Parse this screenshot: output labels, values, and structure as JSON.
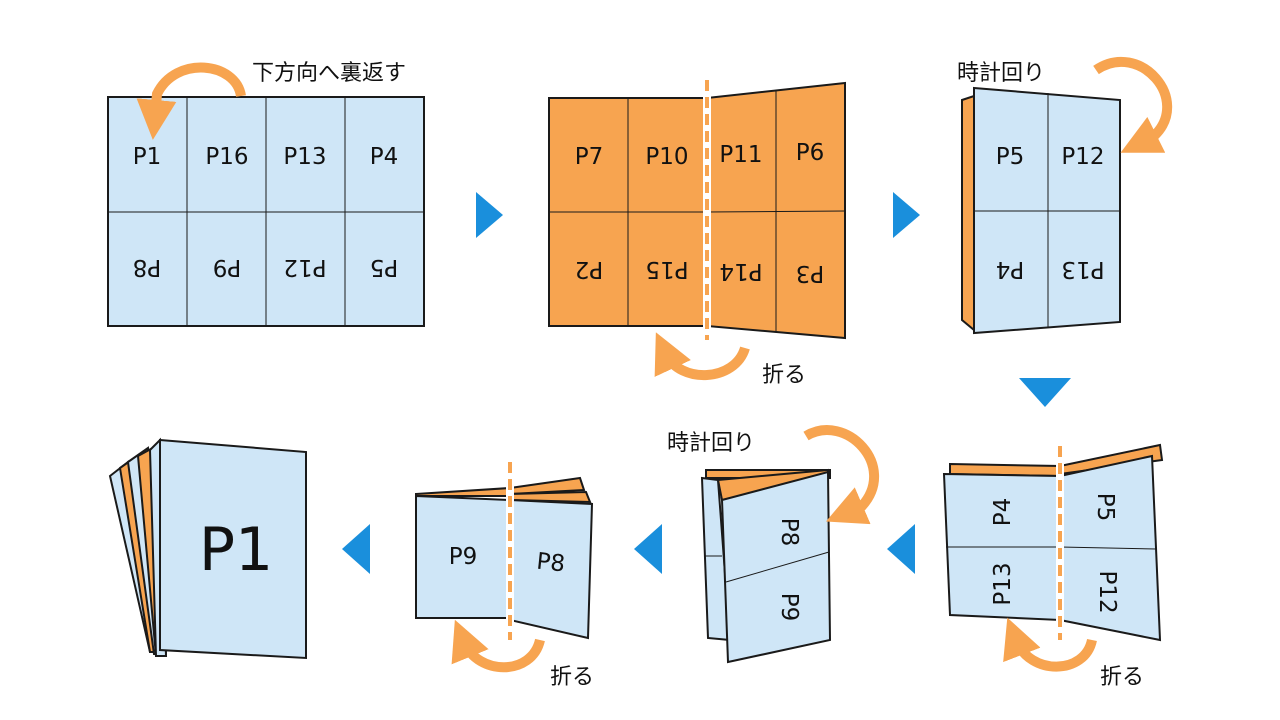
{
  "colors": {
    "paper_blue": "#cfe6f7",
    "paper_orange": "#f7a450",
    "arrow_orange": "#f7a450",
    "nav_arrow": "#1a8fdc",
    "outline": "#1a1a1a"
  },
  "captions": {
    "flip": "下方向へ裏返す",
    "rotate_1": "時計回り",
    "fold_1": "折る",
    "fold_2": "折る",
    "rotate_2": "時計回り",
    "fold_3": "折る"
  },
  "step1": {
    "top": [
      "P1",
      "P16",
      "P13",
      "P4"
    ],
    "bottom": [
      "P8",
      "P9",
      "P12",
      "P5"
    ]
  },
  "step2": {
    "top": [
      "P7",
      "P10",
      "P11",
      "P6"
    ],
    "bottom": [
      "P2",
      "P15",
      "P14",
      "P3"
    ]
  },
  "step3": {
    "top": [
      "P5",
      "P12"
    ],
    "bottom": [
      "P4",
      "P13"
    ]
  },
  "step4": {
    "left": [
      "P4",
      "P13"
    ],
    "right": [
      "P5",
      "P12"
    ]
  },
  "step5": {
    "pages": [
      "P8",
      "P9"
    ]
  },
  "step6": {
    "left": "P9",
    "right": "P8"
  },
  "step7": {
    "cover": "P1"
  },
  "icons": [
    "flip-arrow-icon",
    "rotate-arrow-icon",
    "fold-arrow-icon",
    "next-triangle-icon"
  ]
}
